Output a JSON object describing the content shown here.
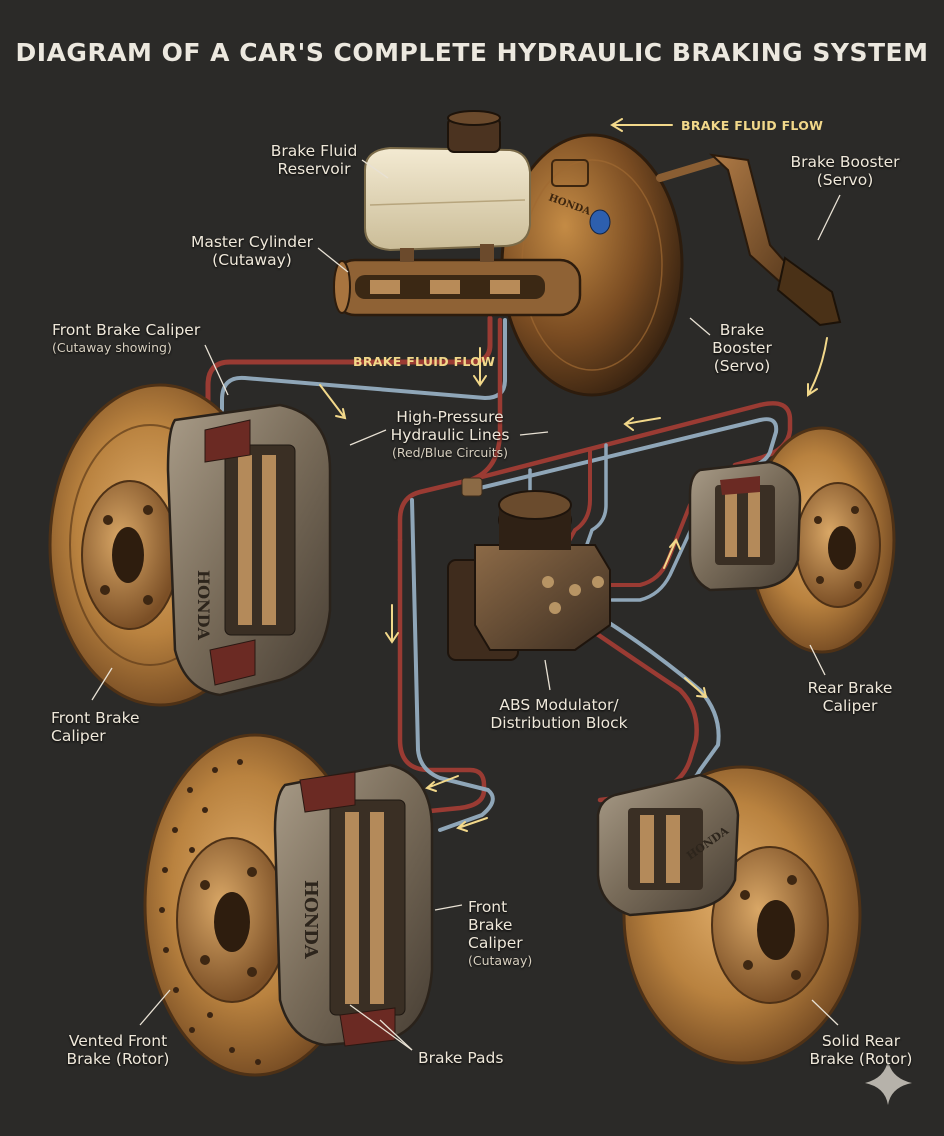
{
  "title": "DIAGRAM OF A CAR'S COMPLETE HYDRAULIC BRAKING SYSTEM",
  "brand": "HONDA",
  "flow_labels": {
    "top": "BRAKE FLUID FLOW",
    "middle": "BRAKE FLUID FLOW"
  },
  "labels": {
    "reservoir": [
      "Brake Fluid",
      "Reservoir"
    ],
    "master_cylinder": [
      "Master Cylinder",
      "(Cutaway)"
    ],
    "booster_top": [
      "Brake Booster",
      "(Servo)"
    ],
    "booster_mid": [
      "Brake",
      "Booster",
      "(Servo)"
    ],
    "front_caliper_top": [
      "Front Brake Caliper",
      "(Cutaway showing)"
    ],
    "hydraulic_lines": [
      "High-Pressure",
      "Hydraulic Lines",
      "(Red/Blue Circuits)"
    ],
    "front_caliper_left": [
      "Front Brake",
      "Caliper"
    ],
    "abs": [
      "ABS Modulator/",
      "Distribution Block"
    ],
    "rear_caliper": [
      "Rear Brake",
      "Caliper"
    ],
    "front_caliper_bottom": [
      "Front",
      "Brake",
      "Caliper",
      "(Cutaway)"
    ],
    "vented_rotor": [
      "Vented Front",
      "Brake (Rotor)"
    ],
    "brake_pads": [
      "Brake Pads"
    ],
    "solid_rotor": [
      "Solid Rear",
      "Brake (Rotor)"
    ]
  },
  "colors": {
    "background": "#2b2a28",
    "rotor": "#b9823f",
    "red_line": "#9a3b33",
    "blue_line": "#8fa6b8",
    "label": "#efe8da",
    "flow_text": "#f2d88a"
  },
  "icons": [
    "sparkle-icon"
  ]
}
